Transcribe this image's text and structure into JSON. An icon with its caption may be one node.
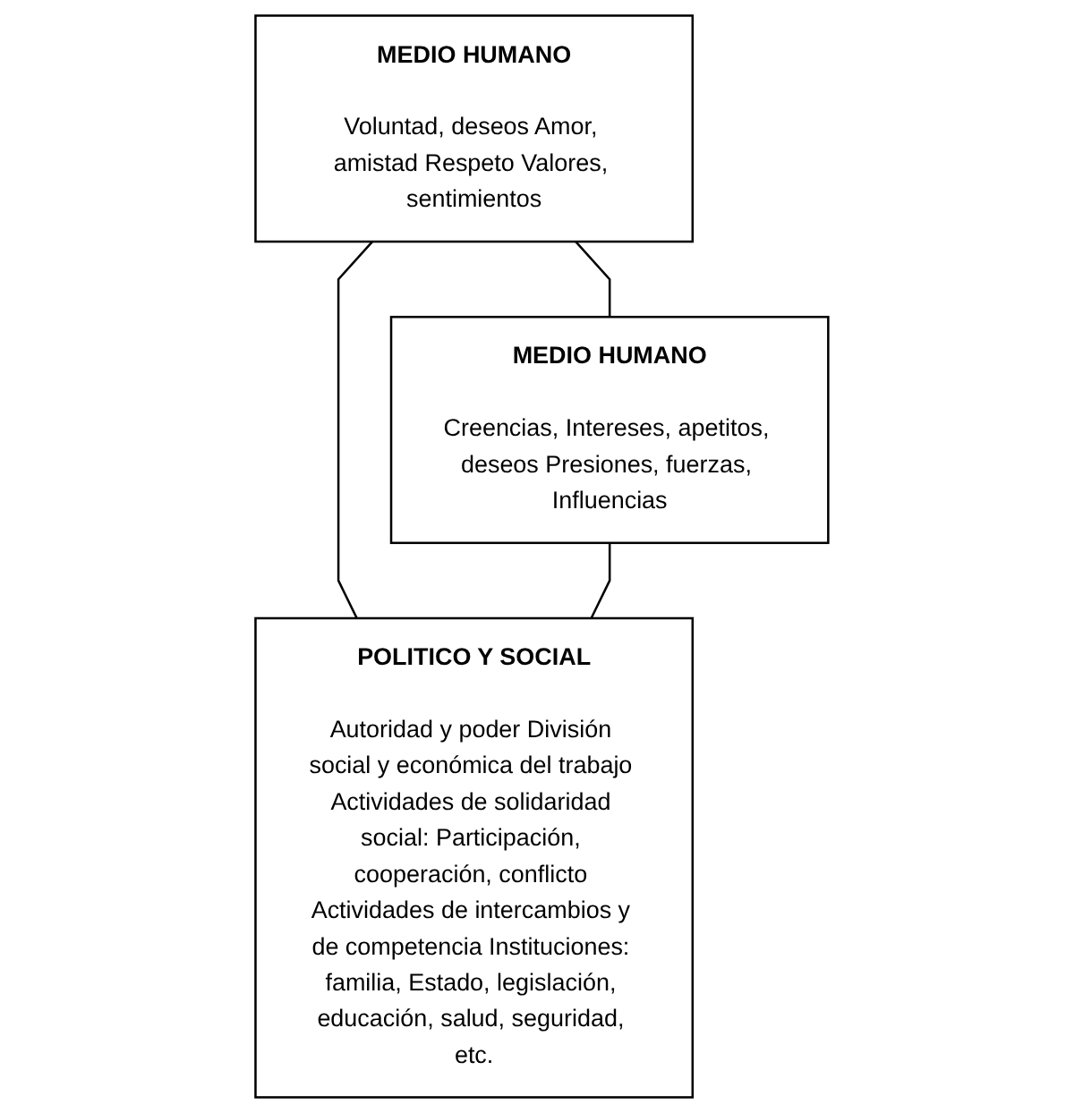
{
  "diagram": {
    "nodes": [
      {
        "text": [
          "MEDIO HUMANO",
          "Voluntad, deseos Amor, amistad Respeto Valores, sentimientos"
        ]
      },
      {
        "text": [
          "MEDIO HUMANO",
          "Creencias, Intereses, apetitos, deseos Presiones, fuerzas, Influencias"
        ]
      },
      {
        "text": [
          "POLITICO Y SOCIAL",
          "Autoridad y poder División social y económica del trabajo Actividades de solidaridad social: Participación, cooperación, conflicto Actividades de intercambios y de competencia Instituciones: familia, Estado, legislación, educación, salud, seguridad, etc."
        ]
      }
    ],
    "edges": [
      {
        "from": 0,
        "to": 1,
        "arrow": "none"
      },
      {
        "from": 0,
        "to": 2,
        "arrow": "none"
      },
      {
        "from": 1,
        "to": 2,
        "arrow": "none"
      }
    ]
  }
}
